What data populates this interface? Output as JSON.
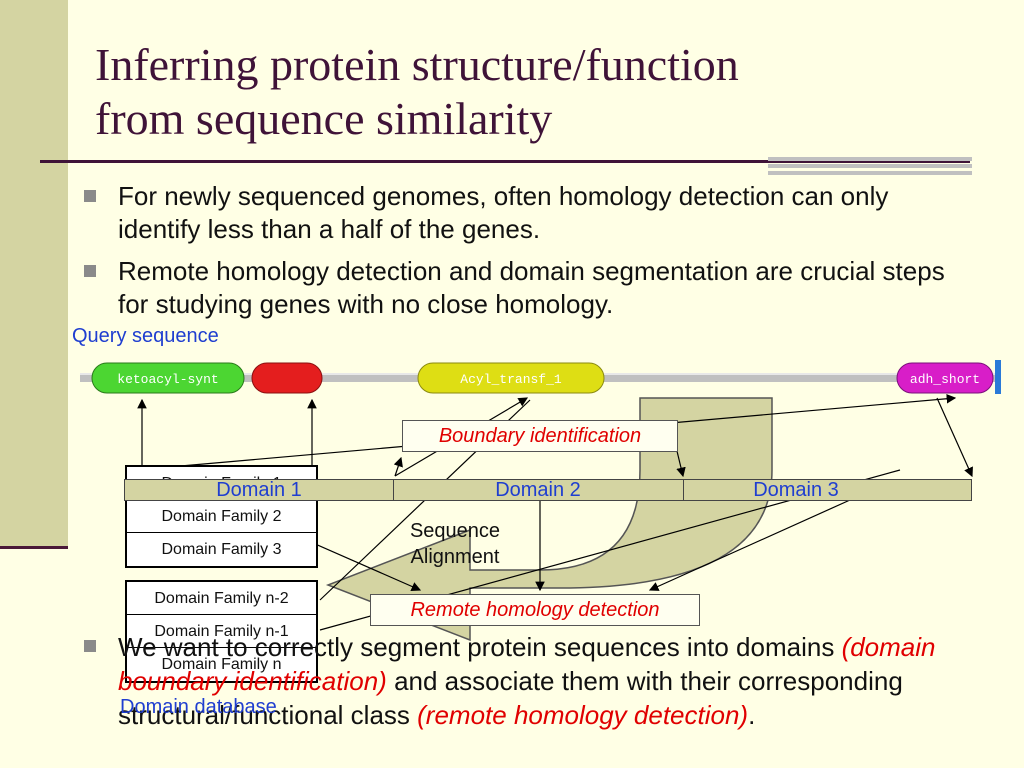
{
  "title_lines": [
    "Inferring protein structure/function",
    "from sequence similarity"
  ],
  "bullets": [
    "For newly sequenced genomes, often homology detection can only identify less than a half of the genes.",
    "Remote homology detection and domain segmentation are crucial steps for studying genes with no close homology."
  ],
  "diagram": {
    "query_label": "Query sequence",
    "domain_pills": [
      "ketoacyl-synt",
      "Acyl_transf_1",
      "adh_short"
    ],
    "boundary_label": "Boundary identification",
    "domains": [
      "Domain 1",
      "Domain 2",
      "Domain 3"
    ],
    "family_top": [
      "Domain Family 1",
      "Domain Family 2",
      "Domain Family 3"
    ],
    "family_bottom": [
      "Domain Family n-2",
      "Domain Family n-1",
      "Domain Family n"
    ],
    "sequence_alignment": "Sequence Alignment",
    "remote_label": "Remote homology detection",
    "database_label": "Domain database"
  },
  "bottom_bullet": {
    "text_1": "We want to correctly segment protein sequences into domains ",
    "red_1": "(domain boundary identification)",
    "text_2": " and associate them with their corresponding structural/functional class ",
    "red_2": "(remote homology detection)",
    "text_3": "."
  },
  "colors": {
    "background": "#ffffe5",
    "sidebar": "#d4d4a2",
    "title": "#3f1338",
    "domain_label": "#1f3ed0",
    "emphasis": "#e00000",
    "pill_green": "#4cd632",
    "pill_red": "#e41e1e",
    "pill_yellow": "#dede14",
    "pill_magenta": "#d81ec8"
  }
}
